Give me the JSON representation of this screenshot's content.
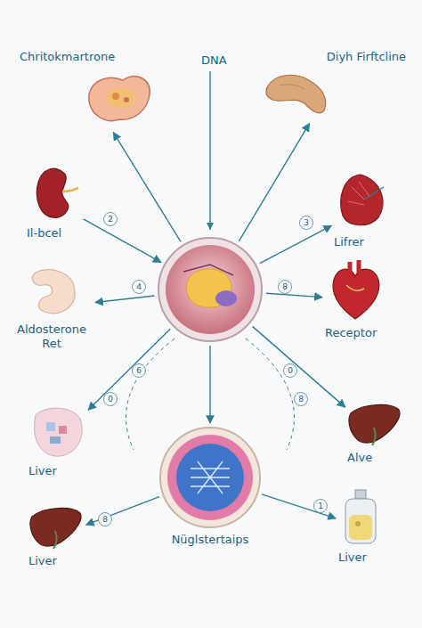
{
  "diagram": {
    "nodes": [
      {
        "text": [
          "Chritokmartrone"
        ]
      },
      {
        "text": [
          "Diyh Firftcline"
        ]
      },
      {
        "text": [
          "Il-bcel"
        ]
      },
      {
        "text": [
          "Lifrer"
        ]
      },
      {
        "text": [
          "Aldosterone Ret"
        ]
      },
      {
        "text": []
      },
      {
        "text": [
          "Receptor"
        ]
      },
      {
        "text": [
          "Liver"
        ]
      },
      {
        "text": [
          "Alve"
        ]
      },
      {
        "text": [
          "Nüglstertaips"
        ]
      },
      {
        "text": [
          "Liver"
        ]
      },
      {
        "text": [
          "Liver"
        ]
      }
    ],
    "edges": [
      {
        "from": 5,
        "to": 0,
        "arrow": "to"
      },
      {
        "from": 5,
        "to": 1,
        "arrow": "to"
      },
      {
        "from": 2,
        "to": 5,
        "arrow": "to"
      },
      {
        "from": 5,
        "to": 3,
        "arrow": "to"
      },
      {
        "from": 5,
        "to": 4,
        "arrow": "to"
      },
      {
        "from": 5,
        "to": 6,
        "arrow": "to"
      },
      {
        "from": 5,
        "to": 7,
        "arrow": "to"
      },
      {
        "from": 5,
        "to": 8,
        "arrow": "to"
      },
      {
        "from": 5,
        "to": 9,
        "arrow": "to"
      },
      {
        "from": 9,
        "to": 10,
        "arrow": "to"
      },
      {
        "from": 9,
        "to": 11,
        "arrow": "to"
      }
    ],
    "labels": [
      "DNA",
      "2",
      "3",
      "4",
      "8",
      "6",
      "0",
      "0",
      "8",
      "8",
      "1"
    ]
  }
}
